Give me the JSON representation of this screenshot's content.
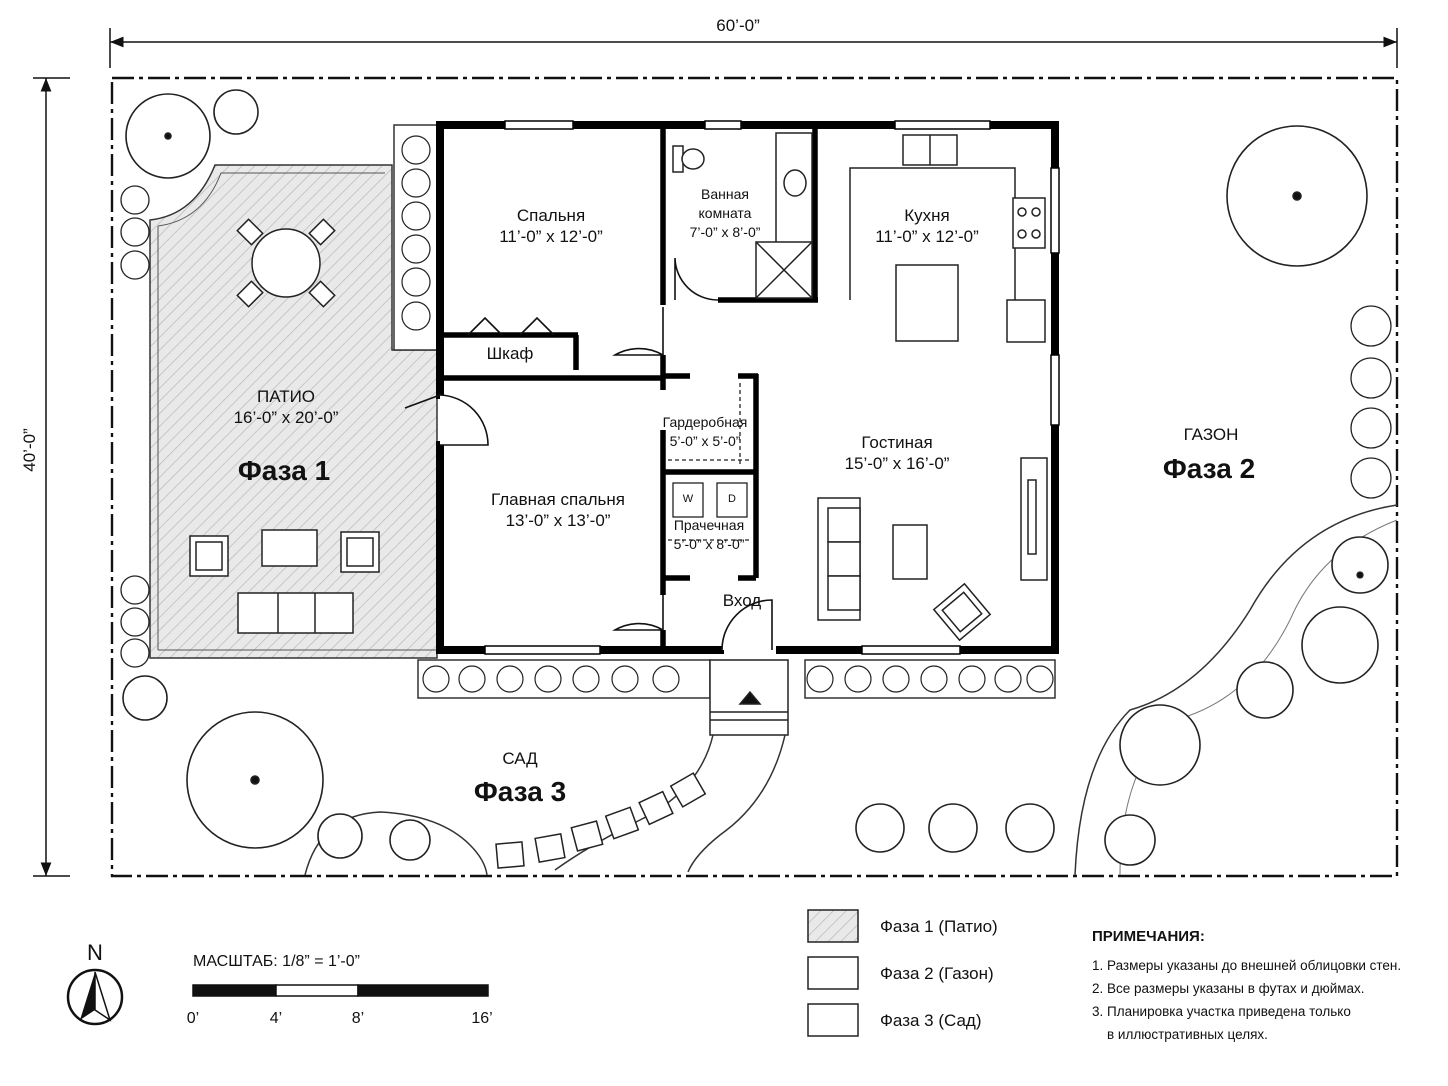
{
  "dimensions": {
    "width": "60’-0”",
    "height": "40’-0”"
  },
  "rooms": {
    "bedroom": {
      "name": "Спальня",
      "size": "11’-0” x 12’-0”"
    },
    "bathroom": {
      "name_line1": "Ванная",
      "name_line2": "комната",
      "size": "7’-0” x 8’-0”"
    },
    "kitchen": {
      "name": "Кухня",
      "size": "11’-0” x 12’-0”"
    },
    "closet": {
      "name": "Шкаф"
    },
    "walkin": {
      "name": "Гардеробная",
      "size": "5’-0” x 5’-0”"
    },
    "master": {
      "name": "Главная спальня",
      "size": "13’-0” x 13’-0”"
    },
    "laundry": {
      "name": "Прачечная",
      "size": "5’-0” x 8’-0”",
      "w": "W",
      "d": "D"
    },
    "living": {
      "name": "Гостиная",
      "size": "15’-0” x 16’-0”"
    },
    "entry": {
      "name": "Вход"
    }
  },
  "zones": {
    "patio": {
      "name": "ПАТИО",
      "size": "16’-0” x 20’-0”",
      "phase": "Фаза 1"
    },
    "lawn": {
      "name": "ГАЗОН",
      "phase": "Фаза 2"
    },
    "garden": {
      "name": "САД",
      "phase": "Фаза 3"
    }
  },
  "north": "N",
  "scale": {
    "label": "МАСШТАБ: 1/8” = 1’-0”",
    "ticks": [
      "0’",
      "4’",
      "8’",
      "16’"
    ]
  },
  "legend": [
    {
      "label": "Фаза 1 (Патио)"
    },
    {
      "label": "Фаза 2 (Газон)"
    },
    {
      "label": "Фаза 3 (Сад)"
    }
  ],
  "notes": {
    "title": "ПРИМЕЧАНИЯ:",
    "items": [
      "1. Размеры указаны до внешней облицовки стен.",
      "2. Все размеры указаны в футах и дюймах.",
      "3. Планировка участка приведена только",
      "    в иллюстративных целях."
    ]
  }
}
